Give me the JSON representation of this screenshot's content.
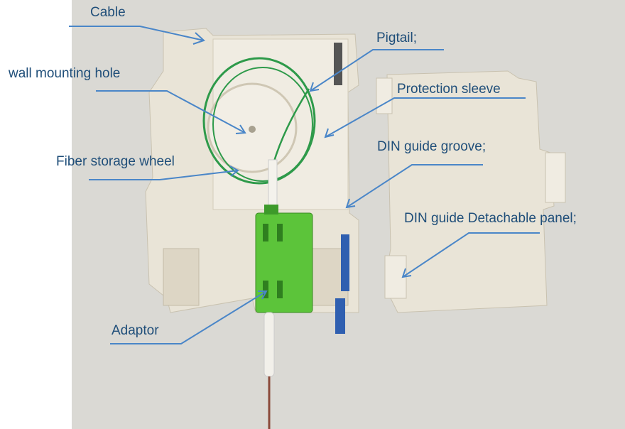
{
  "labels": {
    "cable": "Cable",
    "wall_mounting_hole": "wall mounting hole",
    "pigtail": "Pigtail;",
    "protection_sleeve": "Protection sleeve",
    "din_guide_groove": "DIN guide groove;",
    "fiber_storage_wheel": "Fiber storage wheel",
    "din_guide_detachable_panel": "DIN guide Detachable panel;",
    "adaptor": "Adaptor"
  },
  "colors": {
    "text": "#1f4e79",
    "leader": "#4a86c8",
    "plastic": "#e9e4d7",
    "adaptor": "#5cc43a",
    "fiber": "#2e9a4a"
  }
}
